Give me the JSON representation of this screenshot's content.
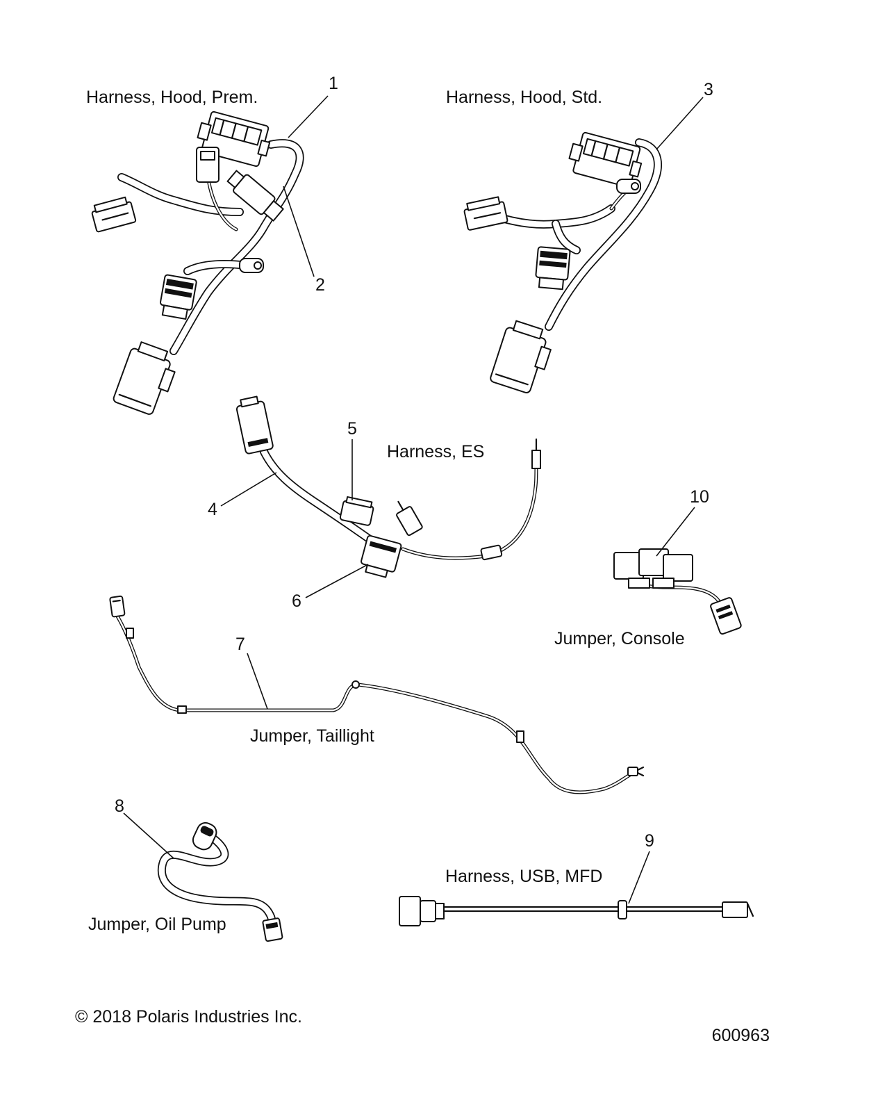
{
  "labels": {
    "harness_hood_prem": "Harness, Hood, Prem.",
    "harness_hood_std": "Harness, Hood, Std.",
    "harness_es": "Harness, ES",
    "jumper_console": "Jumper, Console",
    "jumper_taillight": "Jumper, Taillight",
    "jumper_oil_pump": "Jumper, Oil Pump",
    "harness_usb_mfd": "Harness, USB, MFD"
  },
  "callouts": {
    "c1": "1",
    "c2": "2",
    "c3": "3",
    "c4": "4",
    "c5": "5",
    "c6": "6",
    "c7": "7",
    "c8": "8",
    "c9": "9",
    "c10": "10"
  },
  "footer": {
    "copyright": "© 2018 Polaris Industries Inc.",
    "figure_id": "600963"
  }
}
